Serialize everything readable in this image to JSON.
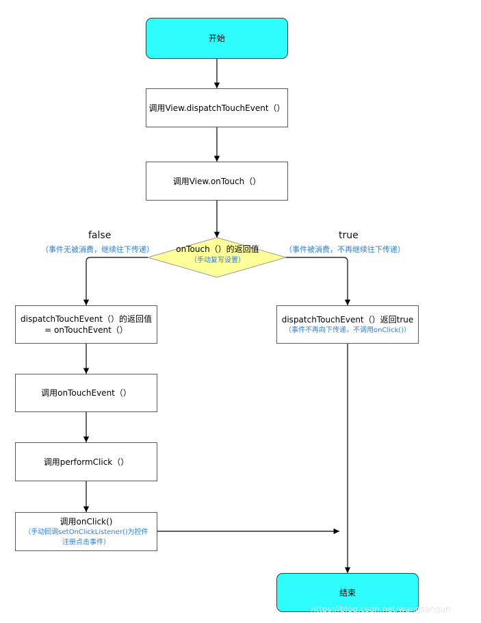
{
  "start": "开始",
  "step_dispatch": "调用View.dispatchTouchEvent（）",
  "step_ontouch": "调用View.onTouch（）",
  "decision": {
    "title": "onTouch（）的返回值",
    "note": "（手动复写设置）"
  },
  "branch_false": {
    "label": "false",
    "note": "（事件无被消费，继续往下传递）"
  },
  "branch_true": {
    "label": "true",
    "note": "（事件被消费，不再继续往下传递）"
  },
  "left_result": {
    "line1": "dispatchTouchEvent（）的返回值",
    "line2": "= onTouchEvent（）"
  },
  "right_result": {
    "line1": "dispatchTouchEvent（）返回true",
    "note": "（事件不再向下传递，不调用onClick()）"
  },
  "step_ontouchevent": "调用onTouchEvent（）",
  "step_performclick": "调用performClick（）",
  "step_onclick": {
    "title": "调用onClick()",
    "note": "（手动回调setOnClickListener()为控件注册点击事件）"
  },
  "end": "结束",
  "watermark": "https://blog.csdn.net/wangsangun",
  "colors": {
    "terminal_fill": "#2ffcfc",
    "decision_fill": "#ffff99",
    "note_text": "#2a80e5",
    "line": "#000000"
  }
}
